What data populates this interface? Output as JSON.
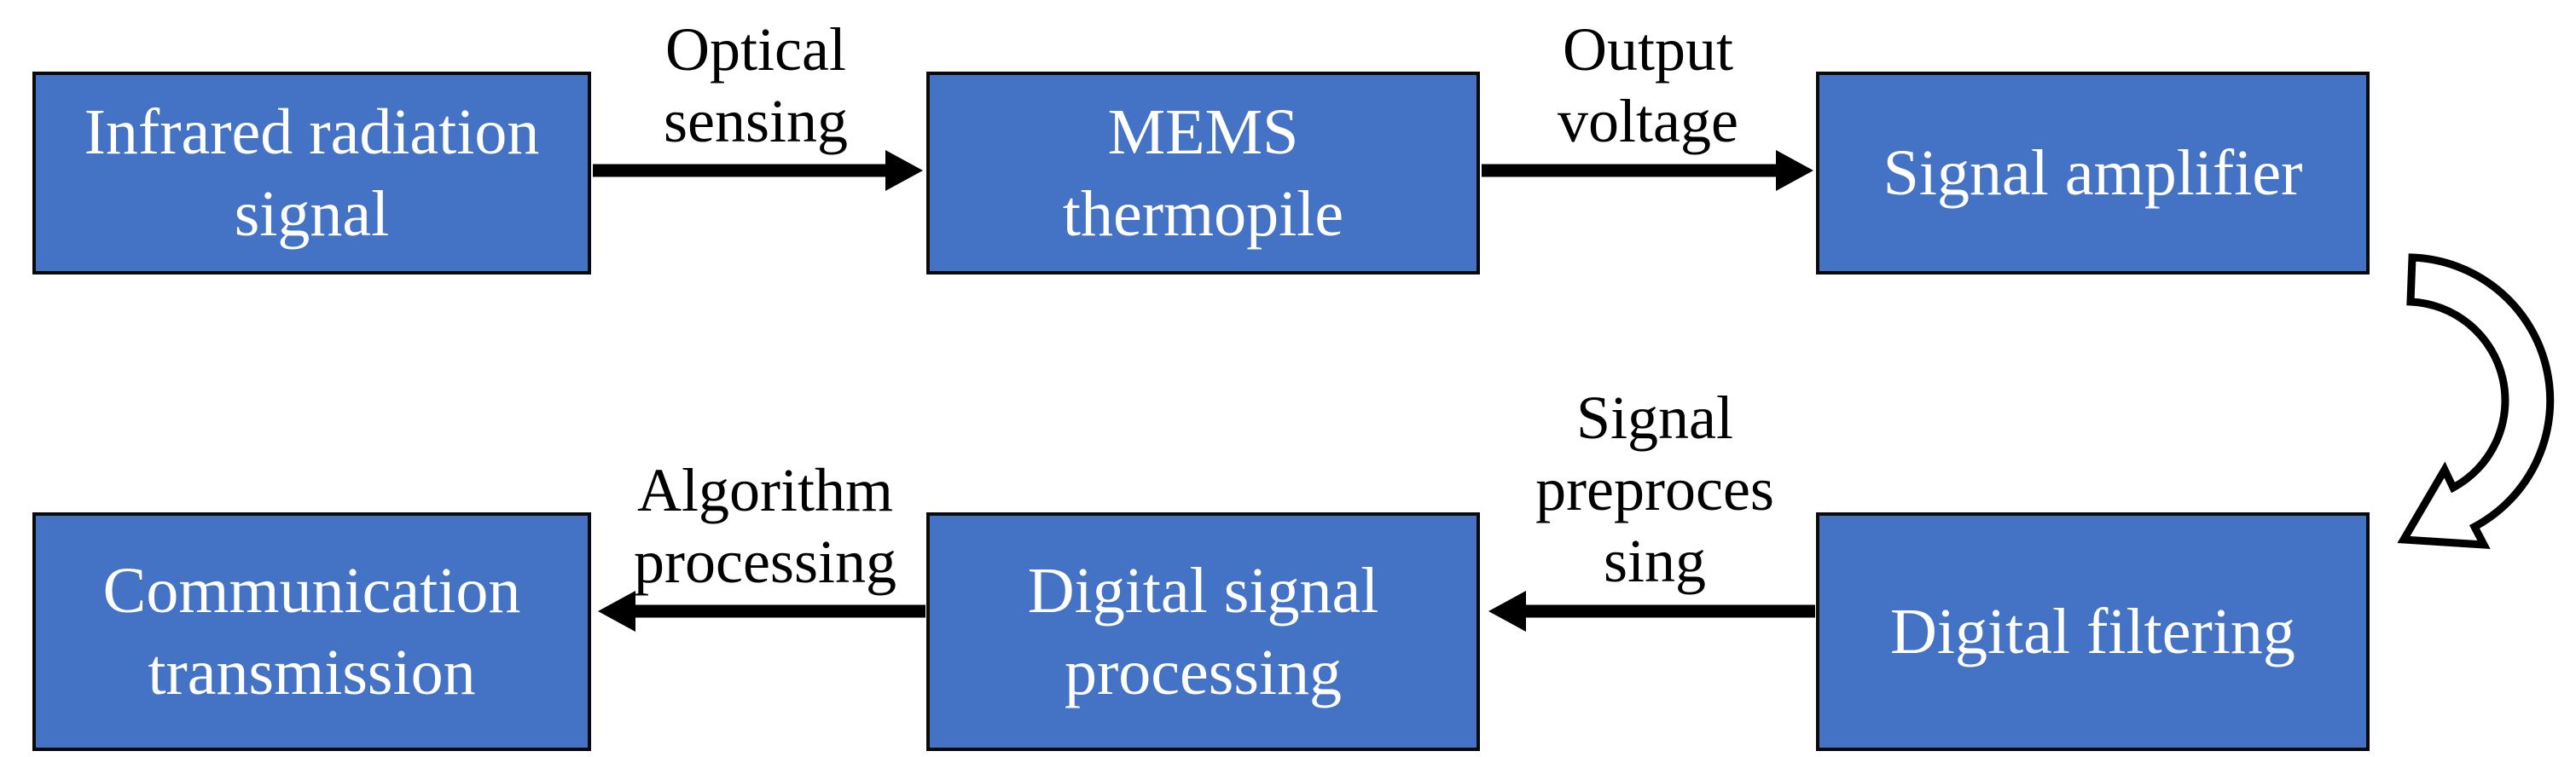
{
  "diagram": {
    "colors": {
      "background": "#ffffff",
      "box_fill": "#4472C4",
      "box_border": "#0a0a0a",
      "box_text": "#ffffff",
      "label_text": "#000000",
      "arrow": "#000000"
    },
    "nodes": [
      {
        "id": "infrared-radiation-signal",
        "lines": [
          "Infrared radiation",
          "signal"
        ]
      },
      {
        "id": "mems-thermopile",
        "lines": [
          "MEMS",
          "thermopile"
        ]
      },
      {
        "id": "signal-amplifier",
        "lines": [
          "Signal amplifier"
        ]
      },
      {
        "id": "digital-filtering",
        "lines": [
          "Digital filtering"
        ]
      },
      {
        "id": "digital-signal-processing",
        "lines": [
          "Digital signal",
          "processing"
        ]
      },
      {
        "id": "communication-transmission",
        "lines": [
          "Communication",
          "transmission"
        ]
      }
    ],
    "edges": [
      {
        "from": "infrared-radiation-signal",
        "to": "mems-thermopile",
        "label_lines": [
          "Optical",
          "sensing"
        ]
      },
      {
        "from": "mems-thermopile",
        "to": "signal-amplifier",
        "label_lines": [
          "Output",
          "voltage"
        ]
      },
      {
        "from": "signal-amplifier",
        "to": "digital-filtering",
        "label_lines": []
      },
      {
        "from": "digital-filtering",
        "to": "digital-signal-processing",
        "label_lines": [
          "Signal",
          "preproces",
          "sing"
        ]
      },
      {
        "from": "digital-signal-processing",
        "to": "communication-transmission",
        "label_lines": [
          "Algorithm",
          "processing"
        ]
      }
    ]
  }
}
